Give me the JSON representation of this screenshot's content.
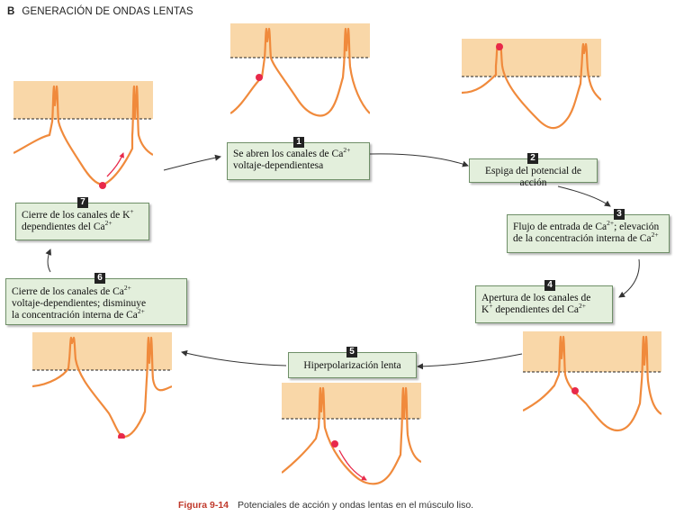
{
  "heading": {
    "letter": "B",
    "title": "GENERACIÓN DE ONDAS LENTAS"
  },
  "steps": [
    {
      "num": "1",
      "line1_a": "Se abren los canales de Ca",
      "line1_sup": "2+",
      "line1_b": "",
      "line2_a": "voltaje-dependientesa",
      "line2_sup": "",
      "line2_b": ""
    },
    {
      "num": "2",
      "line1_a": "Espiga del potencial de acción",
      "line1_sup": "",
      "line1_b": ""
    },
    {
      "num": "3",
      "line1_a": "Flujo de entrada de Ca",
      "line1_sup": "2+",
      "line1_b": "; elevación",
      "line2_a": "de la concentración interna de Ca",
      "line2_sup": "2+",
      "line2_b": ""
    },
    {
      "num": "4",
      "line1_a": "Apertura de los canales de",
      "line1_sup": "",
      "line1_b": "",
      "line2_a": "K",
      "line2_sup": "+",
      "line2_b": " dependientes del Ca",
      "line2_sup2": "2+"
    },
    {
      "num": "5",
      "line1_a": "Hiperpolarización lenta",
      "line1_sup": "",
      "line1_b": ""
    },
    {
      "num": "6",
      "line1_a": "Cierre de los canales de Ca",
      "line1_sup": "2+",
      "line1_b": "",
      "line2_a": "voltaje-dependientes; disminuye",
      "line3_a": "la concentración interna de Ca",
      "line3_sup": "2+"
    },
    {
      "num": "7",
      "line1_a": "Cierre de los canales de K",
      "line1_sup": "+",
      "line1_b": "",
      "line2_a": "dependientes del Ca",
      "line2_sup": "2+"
    }
  ],
  "caption": {
    "figure": "Figura 9-14",
    "text": "Potenciales de acción y ondas lentas en el músculo liso."
  },
  "colors": {
    "upper_zone": "#f9d7a8",
    "trace": "#f08a3c",
    "marker": "#e8294a",
    "box_fill": "#e3efdc",
    "box_border": "#6f8f68",
    "arrow": "#333333"
  }
}
